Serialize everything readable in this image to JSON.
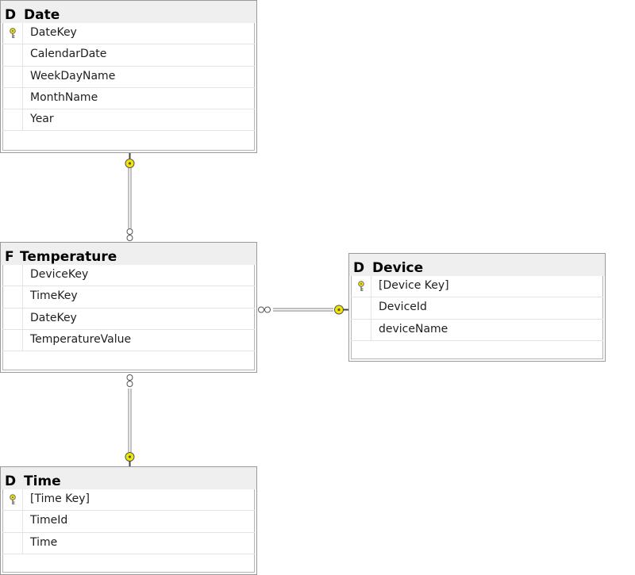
{
  "tables": {
    "date": {
      "prefix": "D",
      "name": "Date",
      "columns": [
        "DateKey",
        "CalendarDate",
        "WeekDayName",
        "MonthName",
        "Year"
      ]
    },
    "temperature": {
      "prefix": "F",
      "name": "Temperature",
      "columns": [
        "DeviceKey",
        "TimeKey",
        "DateKey",
        "TemperatureValue"
      ]
    },
    "device": {
      "prefix": "D",
      "name": "Device",
      "columns": [
        "[Device Key]",
        "DeviceId",
        "deviceName"
      ]
    },
    "time": {
      "prefix": "D",
      "name": "Time",
      "columns": [
        "[Time Key]",
        "TimeId",
        "Time"
      ]
    }
  },
  "primary_keys": {
    "date": "DateKey",
    "device": "[Device Key]",
    "time": "[Time Key]"
  },
  "relationships": [
    {
      "from": "Temperature",
      "to": "Date",
      "many_side": "Temperature",
      "one_side": "Date"
    },
    {
      "from": "Temperature",
      "to": "Device",
      "many_side": "Temperature",
      "one_side": "Device"
    },
    {
      "from": "Temperature",
      "to": "Time",
      "many_side": "Temperature",
      "one_side": "Time"
    }
  ],
  "colors": {
    "key_icon": "#f2e600",
    "connector": "#808080",
    "title_bar": "#efefef"
  }
}
